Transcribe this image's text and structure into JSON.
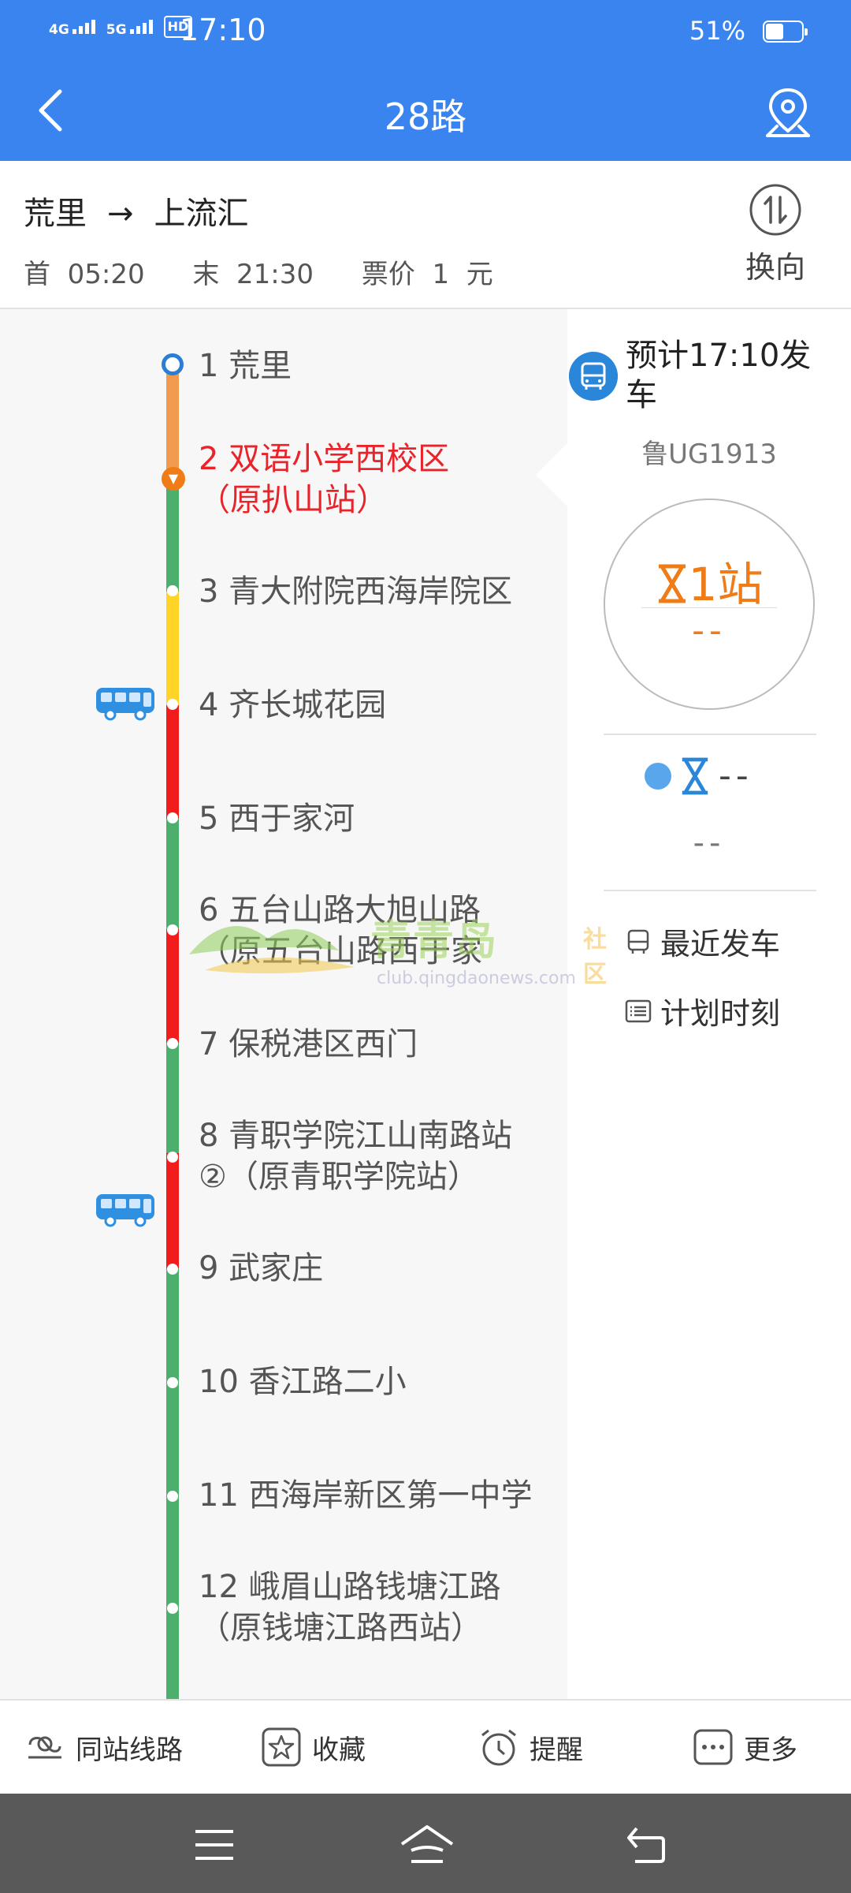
{
  "status_bar": {
    "network1": "4G",
    "network2": "5G",
    "hd": "HD",
    "time": "17:10",
    "battery": "51%"
  },
  "header": {
    "title": "28路"
  },
  "route": {
    "from": "荒里",
    "arrow": "→",
    "to": "上流汇",
    "first_label": "首",
    "first_time": "05:20",
    "last_label": "末",
    "last_time": "21:30",
    "fare_label": "票价",
    "fare_value": "1",
    "fare_unit": "元",
    "swap_label": "换向"
  },
  "stops": [
    {
      "line1": "1 荒里"
    },
    {
      "line1": "2 双语小学西校区",
      "line2": "（原扒山站）"
    },
    {
      "line1": "3 青大附院西海岸院区"
    },
    {
      "line1": "4 齐长城花园"
    },
    {
      "line1": "5 西于家河"
    },
    {
      "line1": "6 五台山路大旭山路",
      "line2": "（原五台山路西于家"
    },
    {
      "line1": "7 保税港区西门"
    },
    {
      "line1": "8 青职学院江山南路站",
      "line2": "②（原青职学院站）"
    },
    {
      "line1": "9 武家庄"
    },
    {
      "line1": "10 香江路二小"
    },
    {
      "line1": "11 西海岸新区第一中学"
    },
    {
      "line1": "12 峨眉山路钱塘江路",
      "line2": "（原钱塘江路西站）"
    }
  ],
  "watermark": {
    "text": "青青岛",
    "tag": "社区",
    "url": "club.qingdaonews.com"
  },
  "arrival": {
    "eta": "预计17:10发车",
    "plate": "鲁UG1913",
    "stops_away": "1站",
    "time_away": "--",
    "second_value": "--",
    "second_sub": "--",
    "recent_label": "最近发车",
    "schedule_label": "计划时刻"
  },
  "bottom_bar": {
    "same_station": "同站线路",
    "favorite": "收藏",
    "reminder": "提醒",
    "more": "更多"
  },
  "colors": {
    "primary": "#3a84ef",
    "current_stop": "#e8232a",
    "eta_accent": "#f07c18"
  }
}
